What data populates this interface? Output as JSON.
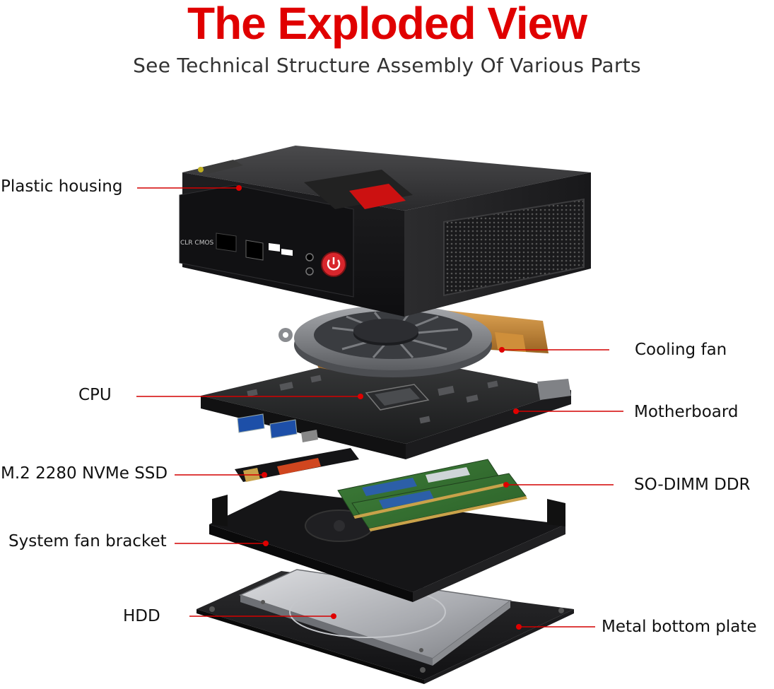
{
  "header": {
    "title": "The Exploded View",
    "subtitle": "See Technical Structure Assembly Of Various Parts"
  },
  "colors": {
    "title": "#e00000",
    "leader_line": "#d40000",
    "leader_dot": "#e00000",
    "power_button": "#d8262c",
    "housing_sticker": "#cc1111"
  },
  "device": {
    "port_text": "CLR CMOS"
  },
  "labels": {
    "plastic_housing": "Plastic housing",
    "cooling_fan": "Cooling fan",
    "cpu": "CPU",
    "motherboard": "Motherboard",
    "ssd": "M.2 2280 NVMe SSD",
    "sodimm": "SO-DIMM DDR",
    "fan_bracket": "System fan bracket",
    "hdd": "HDD",
    "bottom_plate": "Metal bottom plate"
  }
}
